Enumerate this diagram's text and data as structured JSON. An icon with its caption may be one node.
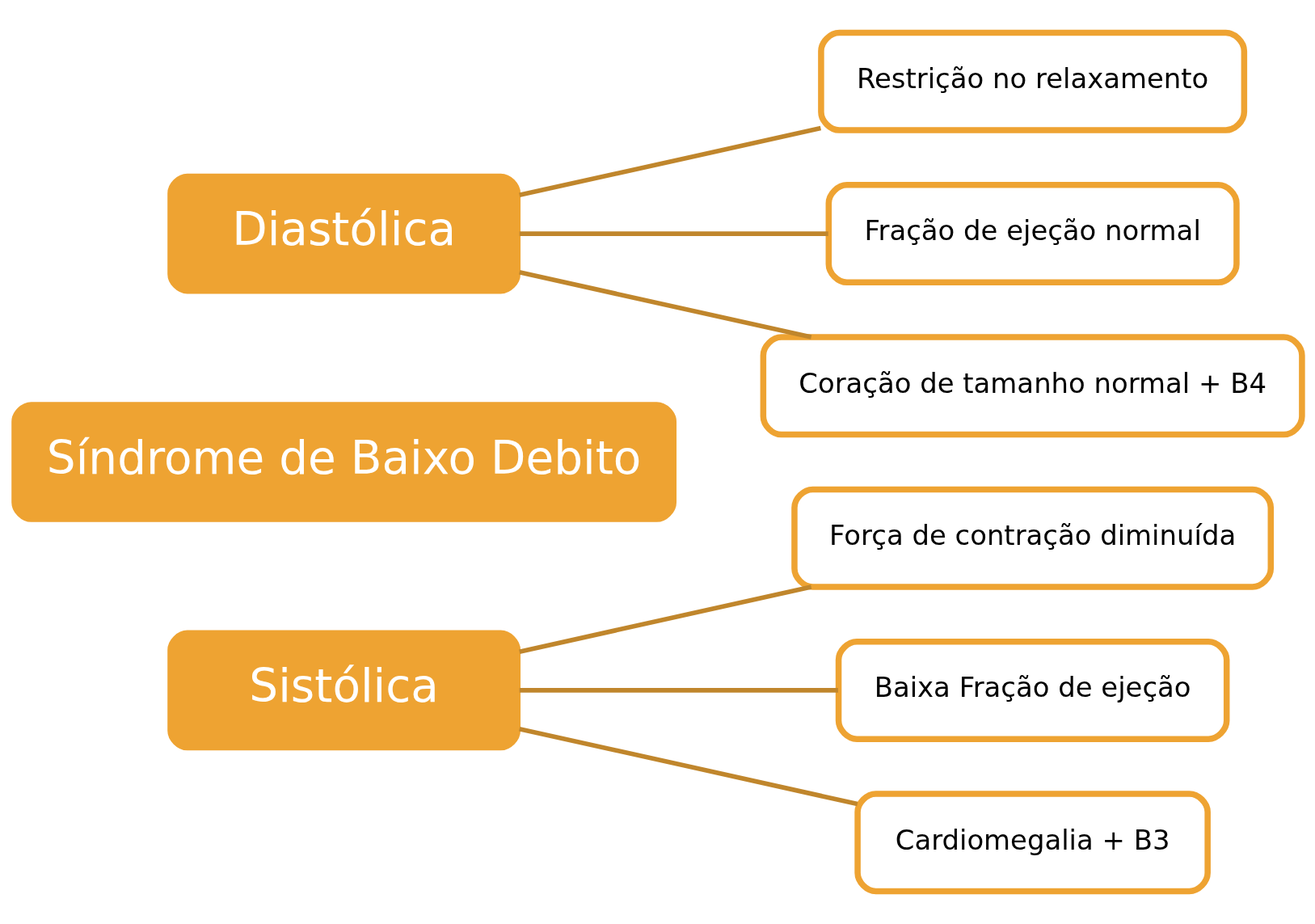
{
  "diagram": {
    "nodes": [
      {
        "text": [
          "Sistólica"
        ]
      },
      {
        "text": [
          "Força de contração diminuída"
        ]
      },
      {
        "text": [
          "Baixa Fração de ejeção"
        ]
      },
      {
        "text": [
          "Cardiomegalia + B3"
        ]
      },
      {
        "text": [
          "Síndrome de Baixo Debito"
        ]
      },
      {
        "text": [
          "Diastólica"
        ]
      },
      {
        "text": [
          "Restrição no relaxamento"
        ]
      },
      {
        "text": [
          "Fração de ejeção normal"
        ]
      },
      {
        "text": [
          "Coração de tamanho normal + B4"
        ]
      }
    ],
    "edges": [
      {
        "from": 0,
        "to": 1,
        "arrow": "none"
      },
      {
        "from": 0,
        "to": 2,
        "arrow": "none"
      },
      {
        "from": 0,
        "to": 3,
        "arrow": "none"
      },
      {
        "from": 5,
        "to": 6,
        "arrow": "none"
      },
      {
        "from": 5,
        "to": 7,
        "arrow": "none"
      },
      {
        "from": 5,
        "to": 8,
        "arrow": "none"
      }
    ]
  }
}
